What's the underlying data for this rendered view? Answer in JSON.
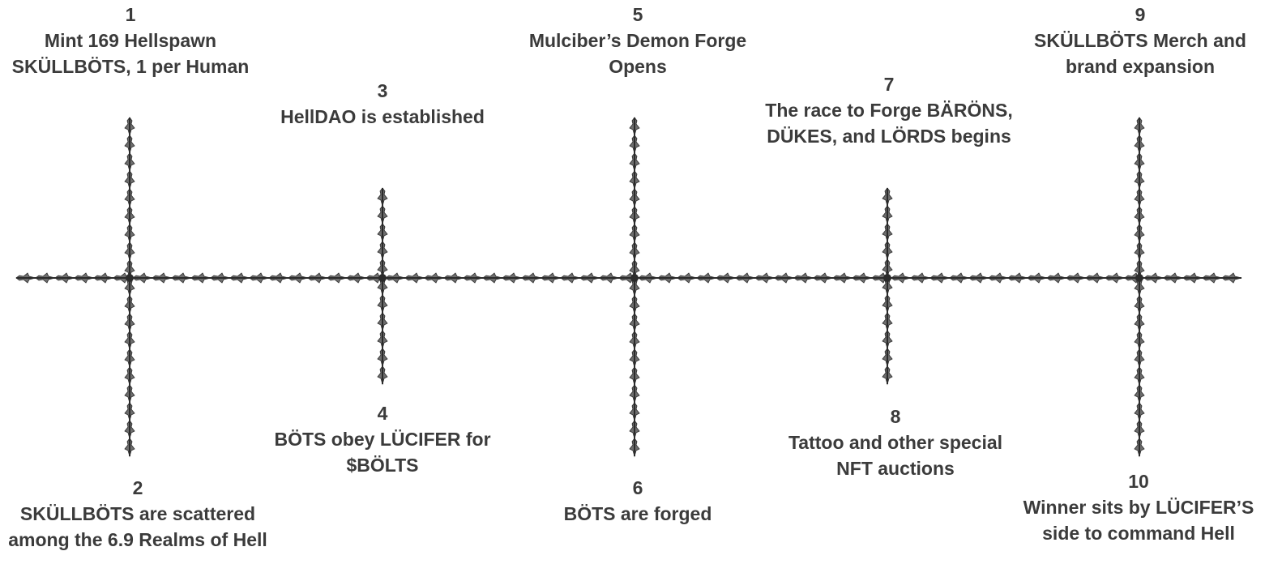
{
  "timeline": {
    "colors": {
      "spike_fill": "#6e6e6e",
      "spike_stroke": "#2b2b2b",
      "text": "#3b3b3b",
      "background": "#ffffff"
    },
    "milestones": [
      {
        "number": "1",
        "text": "Mint 169 Hellspawn SKÜLLBÖTS, 1 per Human"
      },
      {
        "number": "2",
        "text": "SKÜLLBÖTS are scattered among the 6.9 Realms of Hell"
      },
      {
        "number": "3",
        "text": "HellDAO is established"
      },
      {
        "number": "4",
        "text": "BÖTS obey LÜCIFER for $BÖLTS"
      },
      {
        "number": "5",
        "text": "Mulciber’s Demon Forge Opens"
      },
      {
        "number": "6",
        "text": "BÖTS are forged"
      },
      {
        "number": "7",
        "text": "The race to Forge BÄRÖNS, DÜKES, and LÖRDS begins"
      },
      {
        "number": "8",
        "text": "Tattoo and other special NFT auctions"
      },
      {
        "number": "9",
        "text": "SKÜLLBÖTS Merch and brand expansion"
      },
      {
        "number": "10",
        "text": "Winner sits by LÜCIFER’S side to command Hell"
      }
    ]
  }
}
